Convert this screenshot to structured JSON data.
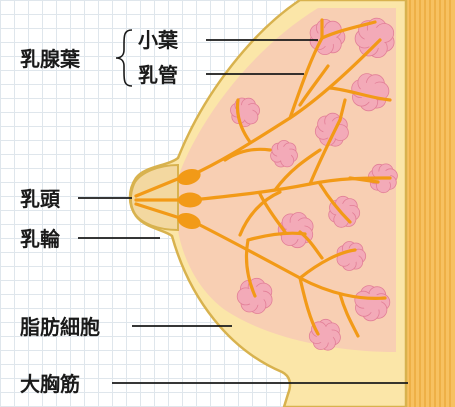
{
  "labels": {
    "lobe_group": "乳腺葉",
    "lobule": "小葉",
    "duct": "乳管",
    "nipple": "乳頭",
    "areola": "乳輪",
    "fat": "脂肪細胞",
    "muscle": "大胸筋"
  },
  "colors": {
    "skin": "#fbe6a8",
    "skin_edge": "#d8b24e",
    "gland_area": "#f8cfb3",
    "lobule": "#f3aab8",
    "lobule_edge": "#e27f97",
    "duct": "#f29a17",
    "nipple": "#f3d8a0",
    "muscle": "#f7c161",
    "muscle_stripe": "#e9a636",
    "leader": "#1a1a1a"
  }
}
